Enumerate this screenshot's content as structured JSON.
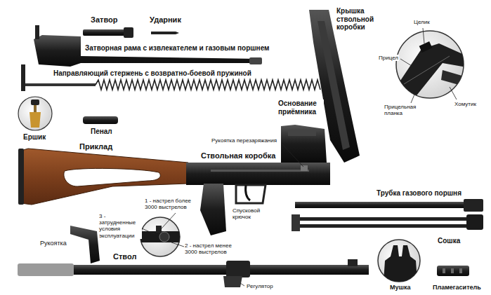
{
  "diagram": {
    "labels": [
      "Затвор",
      "Ударник",
      "Крышка ствольной коробки",
      "Затворная рама с извлекателем и газовым поршнем",
      "Целик",
      "Прицел",
      "Направляющий стержень с возвратно-боевой пружиной",
      "Хомутик",
      "Прицельная планка",
      "Основание приёмника",
      "Пенал",
      "Ершик",
      "Приклад",
      "Рукоятка перезаряжания",
      "Ствольная коробка",
      "Трубка газового поршня",
      "1 - настрел более 3000 выстрелов",
      "3 - затрудненные условия эксплуатации",
      "Спусковой крючок",
      "2 - настрел менее 3000 выстрелов",
      "Рукоятка",
      "Сошка",
      "Ствол",
      "Регулятор",
      "Мушка",
      "Пламегаситель"
    ]
  }
}
